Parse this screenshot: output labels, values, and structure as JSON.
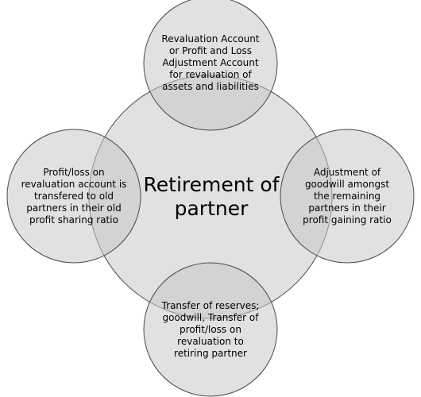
{
  "diagram": {
    "center": {
      "text": "Retirement of partner"
    },
    "satellites": [
      {
        "id": "top",
        "text": "Revaluation Account or Profit and Loss Adjustment Account for revaluation of assets and liabilities"
      },
      {
        "id": "left",
        "text": "Profit/loss on revaluation account is transfered to old partners in their old profit sharing ratio"
      },
      {
        "id": "right",
        "text": "Adjustment of goodwill amongst the remaining partners in their profit gaining ratio"
      },
      {
        "id": "bottom",
        "text": "Transfer of reserves; goodwill, Transfer of profit/loss on revaluation to retiring partner"
      }
    ]
  },
  "colors": {
    "fill": "#c9c9c9",
    "stroke": "#4a4a4a",
    "background": "#ffffff",
    "text": "#000000"
  }
}
